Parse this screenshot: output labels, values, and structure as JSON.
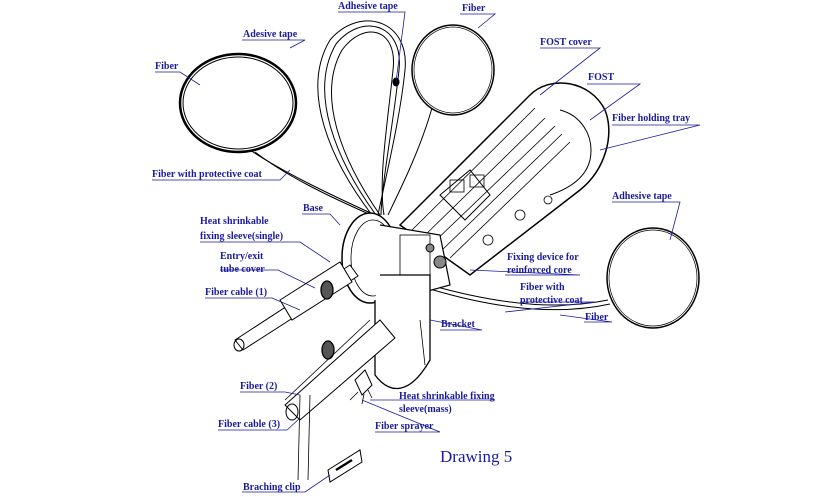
{
  "caption": "Drawing 5",
  "labels": {
    "adhesive_tape_top": "Adhesive tape",
    "fiber_top": "Fiber",
    "adesive_tape": "Adesive tape",
    "fost_cover": "FOST cover",
    "fiber_left": "Fiber",
    "fost": "FOST",
    "fiber_holding_tray": "Fiber holding tray",
    "fiber_protective_coat_left": "Fiber with protective coat",
    "adhesive_tape_right": "Adhesive tape",
    "base": "Base",
    "heat_sleeve_single_1": "Heat shrinkable",
    "heat_sleeve_single_2": "fixing sleeve(single)",
    "entry_exit_1": "Entry/exit",
    "entry_exit_2": "tube cover",
    "fixing_device_1": "Fixing device for",
    "fixing_device_2": "reinforced core",
    "fiber_cable_1": "Fiber cable (1)",
    "fiber_protective_coat_right_1": "Fiber with",
    "fiber_protective_coat_right_2": "protective coat",
    "fiber_right": "Fiber",
    "bracket": "Bracket",
    "fiber_2": "Fiber (2)",
    "heat_sleeve_mass_1": "Heat shrinkable fixing",
    "heat_sleeve_mass_2": "sleeve(mass)",
    "fiber_cable_3": "Fiber cable (3)",
    "fiber_sprayer": "Fiber sprayer",
    "braching_clip": "Braching clip"
  }
}
